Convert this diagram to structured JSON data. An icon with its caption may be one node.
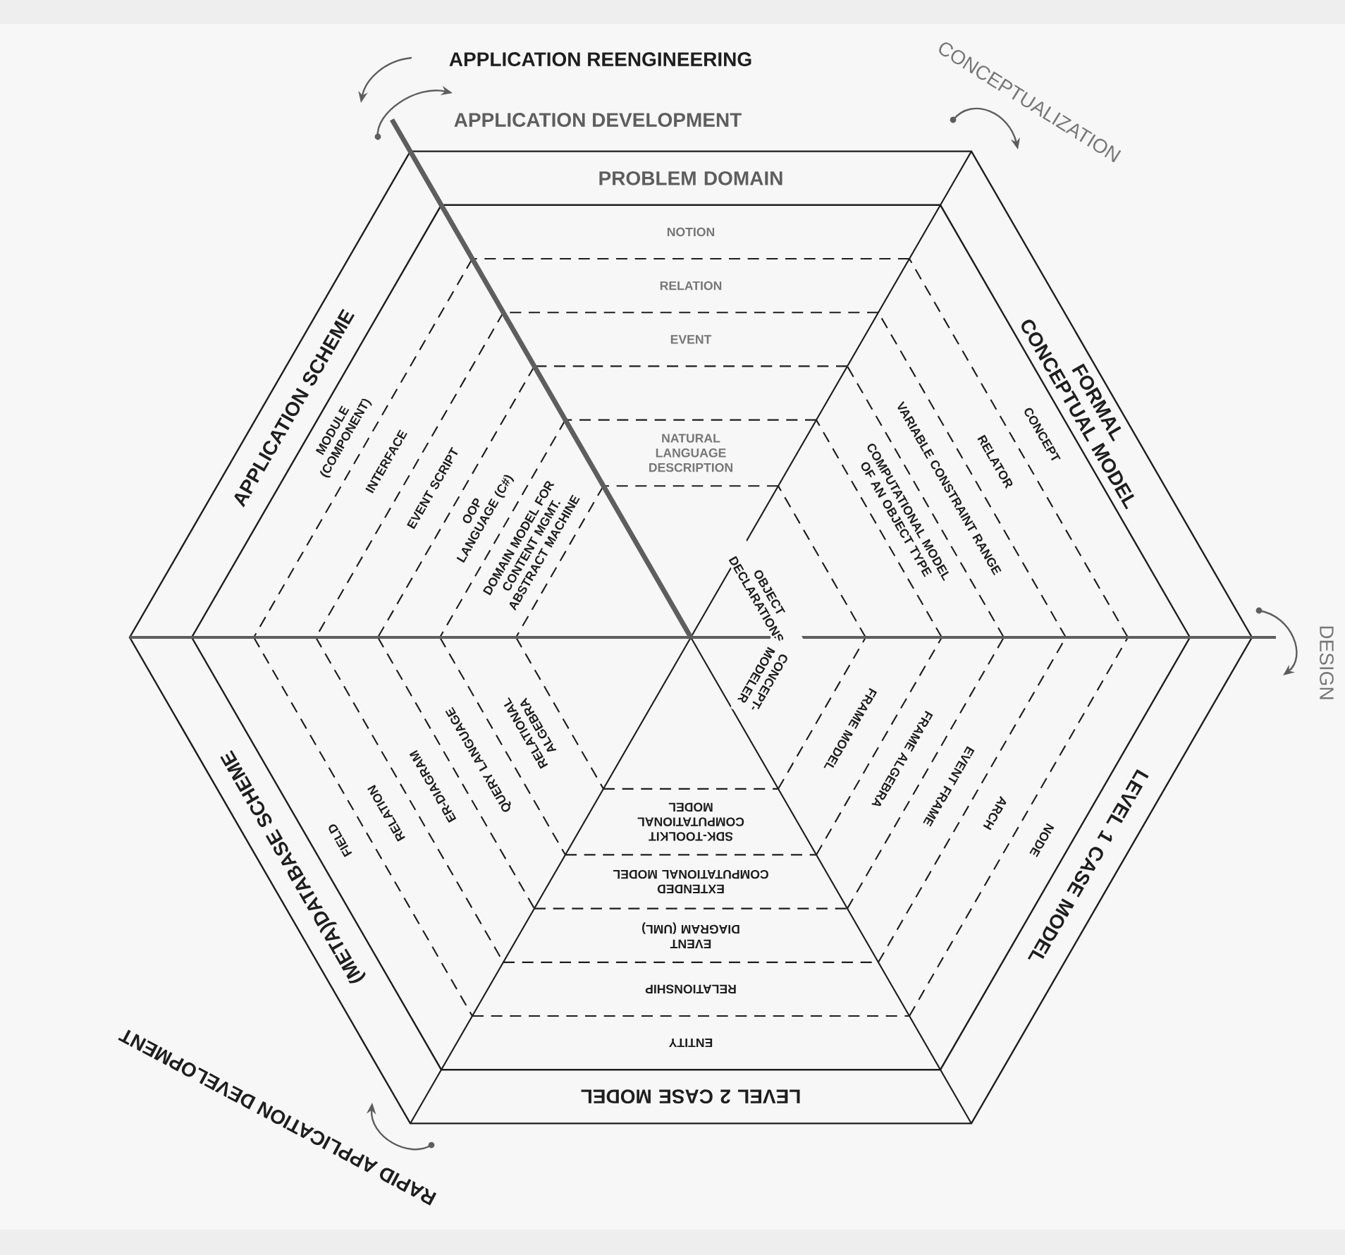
{
  "diagram": {
    "nodes": [
      {
        "text": [
          "PROBLEM DOMAIN"
        ]
      },
      {
        "text": [
          "NOTION"
        ]
      },
      {
        "text": [
          "RELATION"
        ]
      },
      {
        "text": [
          "EVENT"
        ]
      },
      {
        "text": [
          "NATURAL LANGUAGE DESCRIPTION"
        ]
      },
      {
        "text": [
          "APPLICATION SCHEME"
        ]
      },
      {
        "text": [
          "MODULE (COMPONENT)"
        ]
      },
      {
        "text": [
          "INTERFACE"
        ]
      },
      {
        "text": [
          "EVENT SCRIPT"
        ]
      },
      {
        "text": [
          "OOP LANGUAGE (C#)"
        ]
      },
      {
        "text": [
          "DOMAIN MODEL FOR CONTENT MGMT. ABSTRACT MACHINE"
        ]
      },
      {
        "text": [
          "FORMAL CONCEPTUAL MODEL"
        ]
      },
      {
        "text": [
          "CONCEPT"
        ]
      },
      {
        "text": [
          "RELATOR"
        ]
      },
      {
        "text": [
          "VARIABLE CONSTRAINT RANGE"
        ]
      },
      {
        "text": [
          "COMPUTATIONAL MODEL OF AN OBJECT TYPE"
        ]
      },
      {
        "text": [
          "OBJECT DECLARATIONS"
        ]
      },
      {
        "text": [
          "(META)DATABASE SCHEME"
        ]
      },
      {
        "text": [
          "FIELD"
        ]
      },
      {
        "text": [
          "RELATION"
        ]
      },
      {
        "text": [
          "ER-DIAGRAM"
        ]
      },
      {
        "text": [
          "QUERY LANGUAGE"
        ]
      },
      {
        "text": [
          "RELATIONAL ALGEBRA"
        ]
      },
      {
        "text": [
          "LEVEL 1 CASE MODEL"
        ]
      },
      {
        "text": [
          "NODE"
        ]
      },
      {
        "text": [
          "ARCH"
        ]
      },
      {
        "text": [
          "EVENT FRAME"
        ]
      },
      {
        "text": [
          "FRAME ALGEBRA"
        ]
      },
      {
        "text": [
          "FRAME MODEL"
        ]
      },
      {
        "text": [
          "CONCEPT- MODELER"
        ]
      },
      {
        "text": [
          "LEVEL 2 CASE MODEL"
        ]
      },
      {
        "text": [
          "ENTITY"
        ]
      },
      {
        "text": [
          "RELATIONSHIP"
        ]
      },
      {
        "text": [
          "EVENT DIAGRAM (UML)"
        ]
      },
      {
        "text": [
          "EXTENDED COMPUTATIONAL MODEL"
        ]
      },
      {
        "text": [
          "SDK-TOOLKIT COMPUTATIONAL MODEL"
        ]
      }
    ],
    "labels": [
      "APPLICATION REENGINEERING",
      "APPLICATION DEVELOPMENT",
      "CONCEPTUALIZATION",
      "DESIGN",
      "RAPID APPLICATION DEVELOPMENT"
    ]
  }
}
